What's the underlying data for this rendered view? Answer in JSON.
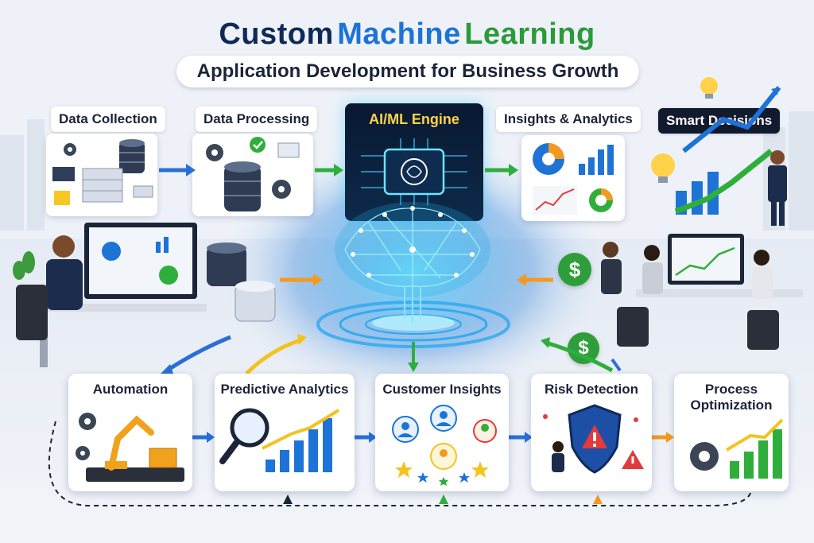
{
  "header": {
    "title_part1": "Custom",
    "title_part2": "Machine",
    "title_part3": "Learning",
    "subtitle": "Application Development for Business Growth"
  },
  "pipeline": {
    "stages": [
      {
        "label": "Data Collection"
      },
      {
        "label": "Data Processing"
      },
      {
        "label": "AI/ML Engine"
      },
      {
        "label": "Insights & Analytics"
      },
      {
        "label": "Smart Decisions"
      }
    ]
  },
  "applications": {
    "cards": [
      {
        "label": "Automation"
      },
      {
        "label": "Predictive Analytics"
      },
      {
        "label": "Customer Insights"
      },
      {
        "label": "Risk Detection"
      },
      {
        "label_line1": "Process",
        "label_line2": "Optimization"
      }
    ]
  },
  "colors": {
    "title_dark": "#0f2a56",
    "title_blue": "#1d73d6",
    "title_green": "#2c9a3a",
    "engine_accent": "#ffd24a",
    "glow": "#38c8ff",
    "arrow_blue": "#2a6fd6",
    "arrow_green": "#2fae3c",
    "arrow_orange": "#f39a1e",
    "money_green": "#2e9e3a"
  },
  "icons": [
    "gear-icon",
    "database-icon",
    "server-icon",
    "chip-icon",
    "brain-icon",
    "bar-chart-icon",
    "pie-chart-icon",
    "line-chart-icon",
    "lightbulb-icon",
    "dollar-icon",
    "robot-arm-icon",
    "magnifier-icon",
    "user-icon",
    "star-icon",
    "shield-icon",
    "warning-icon"
  ]
}
